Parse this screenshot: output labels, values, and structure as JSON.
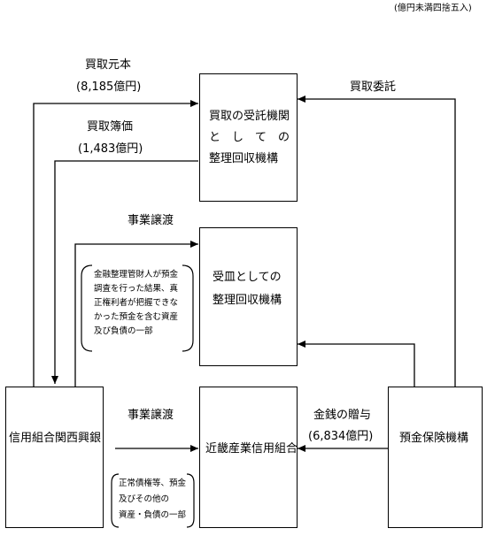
{
  "note": "(億円未満四捨五入)",
  "boxes": {
    "commissioned": {
      "line1": "買取の受託機関",
      "line2": "と　し　て　の",
      "line3": "整理回収機構"
    },
    "receiver": {
      "line1": "受皿としての",
      "line2": "整理回収機構"
    },
    "shinkumi": {
      "label": "信用組合関西興銀"
    },
    "kinki": {
      "label": "近畿産業信用組合"
    },
    "dic": {
      "label": "預金保険機構"
    }
  },
  "arrows": {
    "principal": {
      "label": "買取元本",
      "amount": "(8,185億円)"
    },
    "book_value": {
      "label": "買取簿価",
      "amount": "(1,483億円)"
    },
    "transfer_top": {
      "label": "事業譲渡"
    },
    "transfer_bottom": {
      "label": "事業譲渡"
    },
    "commission": {
      "label": "買取委託"
    },
    "gift": {
      "label": "金銭の贈与",
      "amount": "(6,834億円)"
    }
  },
  "bracket_top": {
    "lines": [
      "金融整理管財人が預金",
      "調査を行った結果、真",
      "正権利者が把握できな",
      "かった預金を含む資産",
      "及び負債の一部"
    ]
  },
  "bracket_bottom": {
    "lines": [
      "正常債権等、預金",
      "及びその他の",
      "資産・負債の一部"
    ]
  }
}
